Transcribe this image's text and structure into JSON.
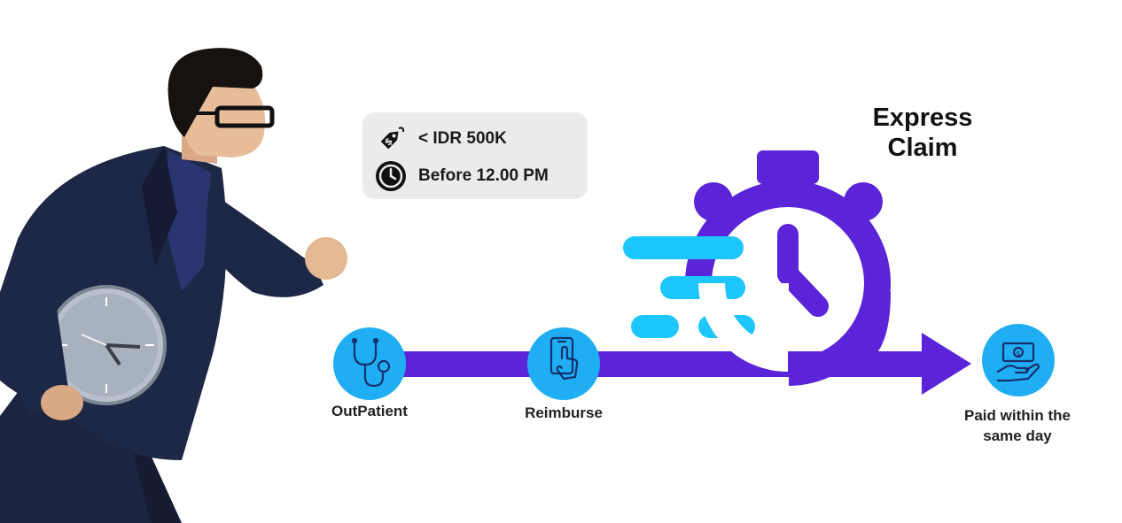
{
  "title": {
    "line1": "Express",
    "line2": "Claim"
  },
  "conditions": [
    {
      "icon": "price-tag-icon",
      "text": "< IDR 500K"
    },
    {
      "icon": "clock-icon",
      "text": "Before 12.00 PM"
    }
  ],
  "steps": [
    {
      "icon": "stethoscope-icon",
      "label": "OutPatient"
    },
    {
      "icon": "phone-tap-icon",
      "label": "Reimburse"
    },
    {
      "icon": "cash-hand-icon",
      "label": "Paid within the same day"
    }
  ],
  "colors": {
    "accent": "#5b24d9",
    "step_circle": "#1faef4",
    "speed_lines": "#1ec6ff",
    "info_box": "#ebebeb",
    "suit": "#1b2540"
  }
}
